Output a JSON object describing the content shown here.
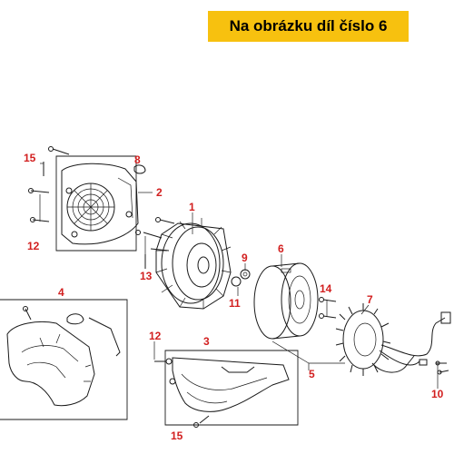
{
  "banner": {
    "text": "Na obrázku díl číslo 6",
    "background": "#f7c10f"
  },
  "callout_color": "#d21f1f",
  "callouts": {
    "c1": "1",
    "c2": "2",
    "c3": "3",
    "c4": "4",
    "c5": "5",
    "c6": "6",
    "c7": "7",
    "c8": "8",
    "c9": "9",
    "c10": "10",
    "c11": "11",
    "c12a": "12",
    "c12b": "12",
    "c13": "13",
    "c14": "14",
    "c15a": "15",
    "c15b": "15"
  },
  "parts": {
    "fan_cover": "fan-cover",
    "flywheel": "flywheel-fan",
    "rotor": "rotor",
    "stator": "stator",
    "shroud_upper": "shroud-upper",
    "shroud_lower": "shroud-lower"
  }
}
